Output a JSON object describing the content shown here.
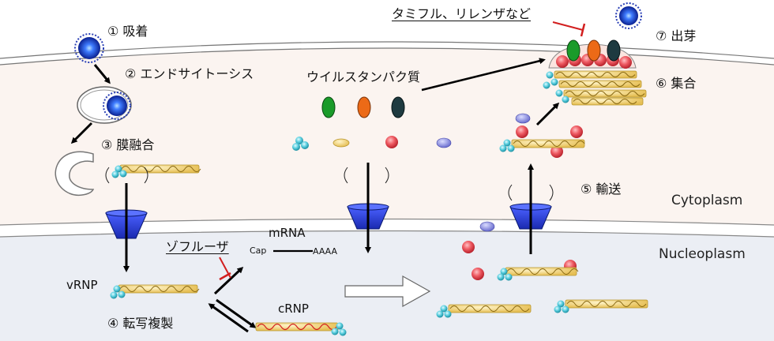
{
  "steps": {
    "s1": "① 吸着",
    "s2": "② エンドサイトーシス",
    "s3": "③ 膜融合",
    "s4": "④ 転写複製",
    "s5": "⑤ 輸送",
    "s6": "⑥ 集合",
    "s7": "⑦ 出芽"
  },
  "labels": {
    "viral_proteins": "ウイルスタンパク質",
    "cytoplasm": "Cytoplasm",
    "nucleoplasm": "Nucleoplasm",
    "mrna": "mRNA",
    "cap": "Cap",
    "polya": "AAAA",
    "vrnp": "vRNP",
    "crnp": "cRNP"
  },
  "drugs": {
    "neuraminidase_inhibitors": "タミフル、リレンザなど",
    "polymerase_inhibitor": "ゾフルーザ"
  },
  "colors": {
    "cytoplasm_bg": "#fbf4f0",
    "nucleoplasm_bg": "#ebeef4",
    "pore_blue": "#2b3fd6",
    "helix_gold": "#e8c46a",
    "np_cyan": "#5dd0e0",
    "green_protein": "#1a9b2a",
    "orange_protein": "#ec6a17",
    "dark_protein": "#1e3a40",
    "red_protein": "#e4555d",
    "lavender_protein": "#8d8ee0",
    "inhibitor_red": "#d21f1f"
  }
}
